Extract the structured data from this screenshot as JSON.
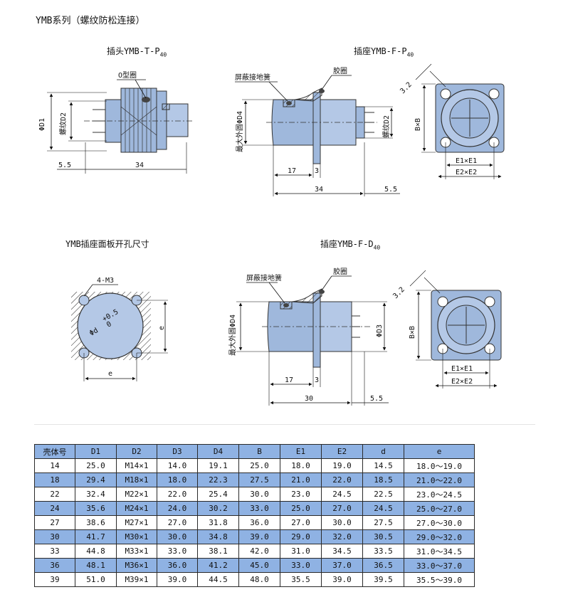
{
  "heading": "YMB系列（螺纹防松连接）",
  "captions": {
    "plug": "插头YMB-T-P",
    "plug_sub": "40",
    "socket_p": "插座YMB-F-P",
    "socket_p_sub": "40",
    "panel": "YMB插座面板开孔尺寸",
    "socket_d": "插座YMB-F-D",
    "socket_d_sub": "40"
  },
  "labels": {
    "o_ring": "O型圈",
    "phi_d1": "ΦD1",
    "thread_d2": "螺纹D2",
    "dim_55": "5.5",
    "dim_34": "34",
    "shield_spring": "屏蔽接地簧",
    "rubber_ring": "胶圈",
    "max_circle_d4": "最大外圆ΦD4",
    "dim_17": "17",
    "dim_3": "3",
    "dim_30": "30",
    "dim_32": "3.2",
    "bxb": "B×B",
    "e1xe1": "E1×E1",
    "e2xe2": "E2×E2",
    "hole_4m3": "4-M3",
    "phi_d": "Φd",
    "tol": "+0.5",
    "tol_0": "0",
    "e": "e",
    "phi_d3": "ΦD3"
  },
  "table": {
    "headers": [
      "壳体号",
      "D1",
      "D2",
      "D3",
      "D4",
      "B",
      "E1",
      "E2",
      "d",
      "e"
    ],
    "rows": [
      [
        "14",
        "25.0",
        "M14×1",
        "14.0",
        "19.1",
        "25.0",
        "18.0",
        "19.0",
        "14.5",
        "18.0～19.0"
      ],
      [
        "18",
        "29.4",
        "M18×1",
        "18.0",
        "22.3",
        "27.5",
        "21.0",
        "22.0",
        "18.5",
        "21.0～22.0"
      ],
      [
        "22",
        "32.4",
        "M22×1",
        "22.0",
        "25.4",
        "30.0",
        "23.0",
        "24.5",
        "22.5",
        "23.0～24.5"
      ],
      [
        "24",
        "35.6",
        "M24×1",
        "24.0",
        "30.2",
        "33.0",
        "25.0",
        "27.0",
        "24.5",
        "25.0～27.0"
      ],
      [
        "27",
        "38.6",
        "M27×1",
        "27.0",
        "31.8",
        "36.0",
        "27.0",
        "30.0",
        "27.5",
        "27.0～30.0"
      ],
      [
        "30",
        "41.7",
        "M30×1",
        "30.0",
        "34.8",
        "39.0",
        "29.0",
        "32.0",
        "30.5",
        "29.0～32.0"
      ],
      [
        "33",
        "44.8",
        "M33×1",
        "33.0",
        "38.1",
        "42.0",
        "31.0",
        "34.5",
        "33.5",
        "31.0～34.5"
      ],
      [
        "36",
        "48.1",
        "M36×1",
        "36.0",
        "41.2",
        "45.0",
        "33.0",
        "37.0",
        "36.5",
        "33.0～37.0"
      ],
      [
        "39",
        "51.0",
        "M39×1",
        "39.0",
        "44.5",
        "48.0",
        "35.5",
        "39.0",
        "39.5",
        "35.5～39.0"
      ]
    ]
  }
}
